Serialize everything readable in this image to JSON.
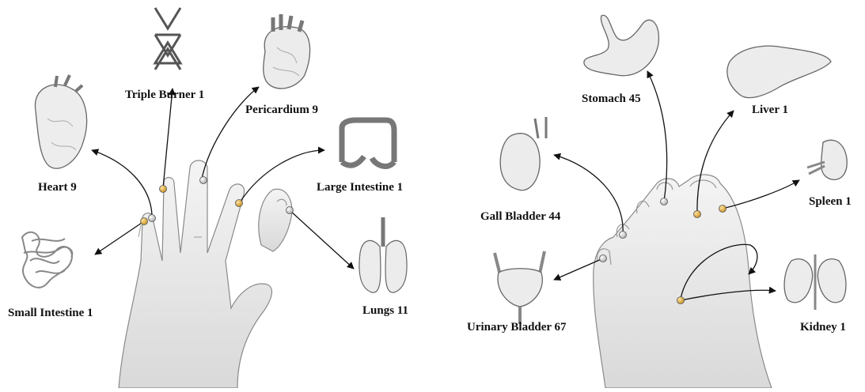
{
  "colors": {
    "yin_point": "#e2b045",
    "yang_point": "#d6d6d6",
    "ink": "#111111",
    "sketch": "#555555"
  },
  "icons": {
    "triple_burner": "triple-burner-icon",
    "pericardium": "pericardium-icon",
    "heart": "heart-icon",
    "large_intestine": "large-intestine-icon",
    "small_intestine": "small-intestine-icon",
    "lungs": "lungs-icon",
    "stomach": "stomach-icon",
    "liver": "liver-icon",
    "gall_bladder": "gall-bladder-icon",
    "spleen": "spleen-icon",
    "urinary_bladder": "urinary-bladder-icon",
    "kidney": "kidney-icon"
  },
  "hand": {
    "triple_burner": "Triple Burner 1",
    "pericardium": "Pericardium 9",
    "heart": "Heart 9",
    "large_intestine": "Large Intestine 1",
    "small_intestine": "Small Intestine 1",
    "lungs": "Lungs 11"
  },
  "foot": {
    "stomach": "Stomach 45",
    "liver": "Liver 1",
    "gall_bladder": "Gall Bladder 44",
    "spleen": "Spleen 1",
    "urinary_bladder": "Urinary Bladder 67",
    "kidney": "Kidney 1"
  }
}
